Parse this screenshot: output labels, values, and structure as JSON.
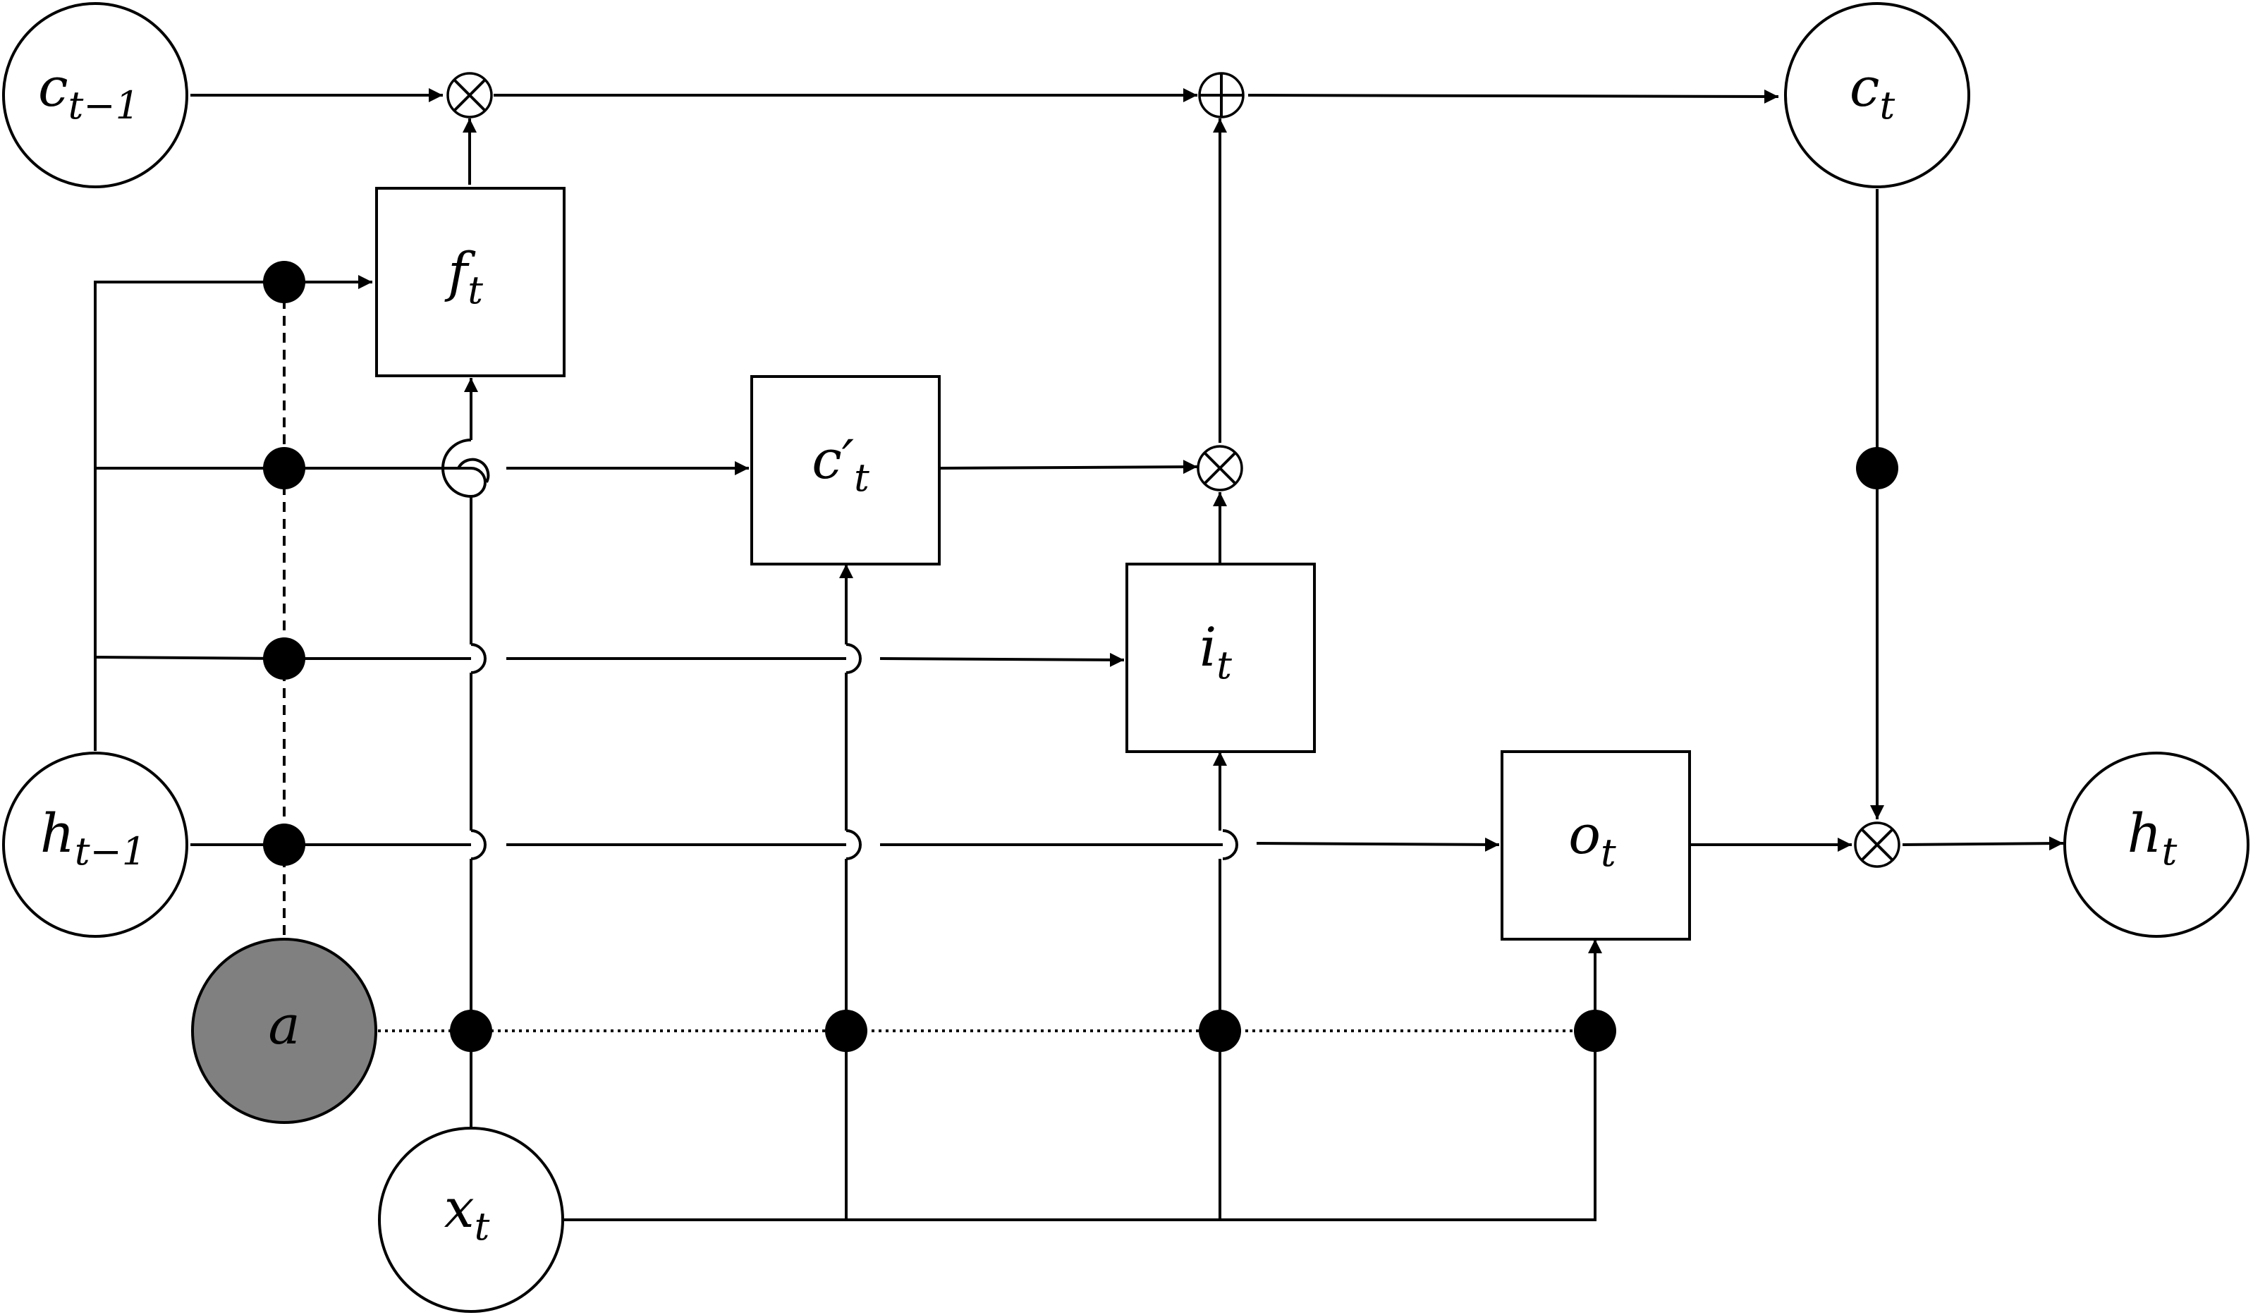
{
  "nodes": {
    "c_prev": {
      "main": "c",
      "sub": "t−1"
    },
    "c_t": {
      "main": "c",
      "sub": "t"
    },
    "h_prev": {
      "main": "h",
      "sub": "t−1"
    },
    "h_t": {
      "main": "h",
      "sub": "t"
    },
    "x_t": {
      "main": "x",
      "sub": "t"
    },
    "a": {
      "main": "a"
    }
  },
  "gates": {
    "f_t": {
      "main": "f",
      "sub": "t"
    },
    "c_cand": {
      "main": "c′",
      "sub": "t"
    },
    "i_t": {
      "main": "i",
      "sub": "t"
    },
    "o_t": {
      "main": "o",
      "sub": "t"
    }
  },
  "colors": {
    "line": "#000000",
    "attention_fill": "#808080",
    "background": "#ffffff"
  }
}
